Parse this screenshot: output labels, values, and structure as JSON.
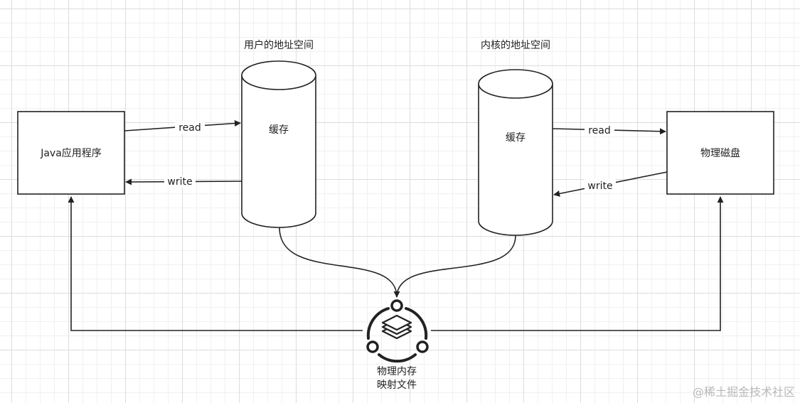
{
  "diagram": {
    "user_space_title": "用户的地址空间",
    "kernel_space_title": "内核的地址空间",
    "java_app_label": "Java应用程序",
    "disk_label": "物理磁盘",
    "user_cache_label": "缓存",
    "kernel_cache_label": "缓存",
    "edge_app_to_user_cache": "read",
    "edge_user_cache_to_app": "write",
    "edge_kernel_cache_to_disk": "read",
    "edge_disk_to_kernel_cache": "write",
    "mmap_label_line1": "物理内存",
    "mmap_label_line2": "映射文件"
  },
  "watermark": "@稀土掘金技术社区",
  "colors": {
    "stroke": "#222222",
    "text": "#222222",
    "watermark": "#b8b8b8"
  }
}
